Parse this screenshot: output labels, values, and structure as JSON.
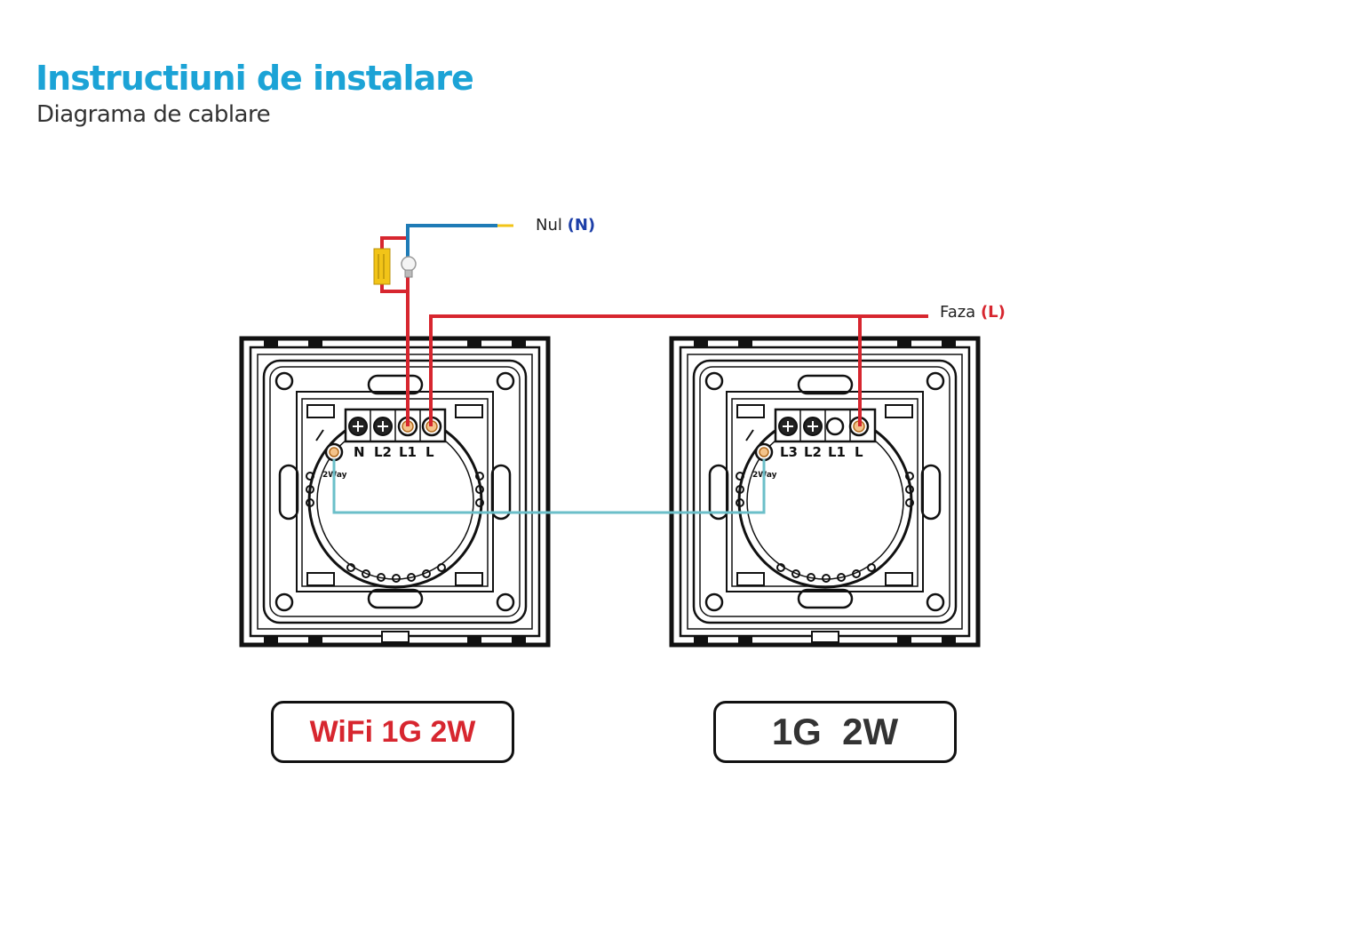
{
  "header": {
    "title": "Instructiuni de instalare",
    "subtitle": "Diagrama de cablare"
  },
  "wires": {
    "neutral_label": "Nul",
    "neutral_code": "(N)",
    "phase_label": "Faza",
    "phase_code": "(L)"
  },
  "left_switch": {
    "terminals": [
      "N",
      "L2",
      "L1",
      "L"
    ],
    "aux_label": "2Way",
    "badge": "WiFi 1G 2W"
  },
  "right_switch": {
    "terminals": [
      "L3",
      "L2",
      "L1",
      "L"
    ],
    "aux_label": "2Way",
    "badge": "1G  2W"
  },
  "colors": {
    "title": "#1ca3d6",
    "phase_wire": "#d7262f",
    "neutral_wire": "#1f7bb6",
    "traveler_wire": "#6bbfc9",
    "capacitor": "#f2c418",
    "badge_wifi_text": "#d7262f"
  }
}
